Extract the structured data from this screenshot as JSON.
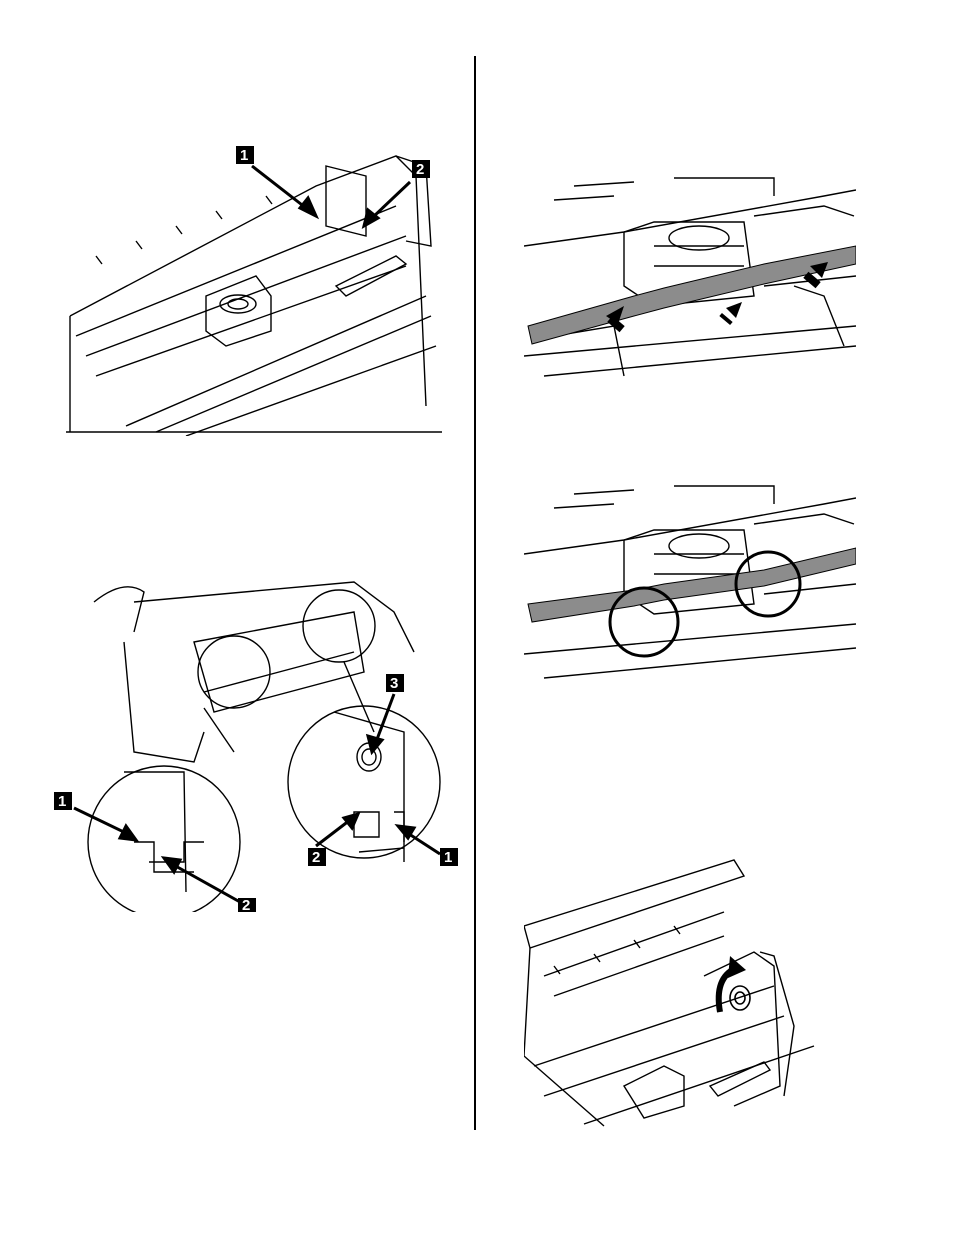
{
  "figures": {
    "fig1": {
      "callouts": [
        "1",
        "2"
      ]
    },
    "fig2": {
      "callouts": [
        "1",
        "2",
        "3",
        "2",
        "1"
      ]
    }
  },
  "colors": {
    "ink": "#000000",
    "ribbon": "#8c8c8c",
    "paper": "#ffffff"
  }
}
